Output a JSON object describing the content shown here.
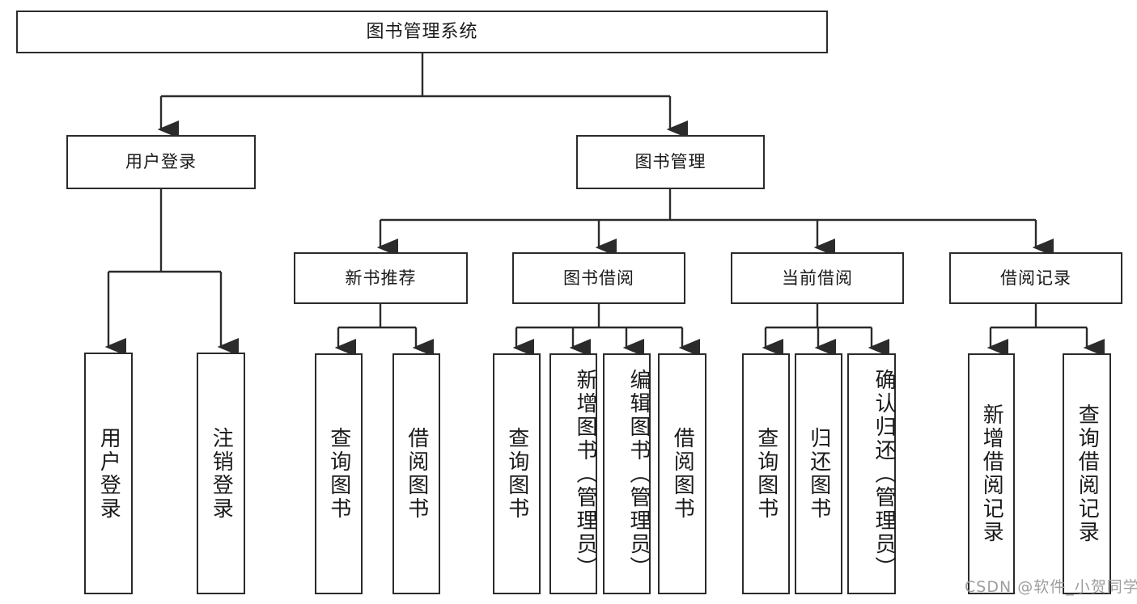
{
  "diagram": {
    "type": "tree-hierarchy",
    "title": "图书管理系统",
    "root": {
      "label": "图书管理系统"
    },
    "level2": [
      {
        "label": "用户登录"
      },
      {
        "label": "图书管理"
      }
    ],
    "level3": [
      {
        "label": "新书推荐"
      },
      {
        "label": "图书借阅"
      },
      {
        "label": "当前借阅"
      },
      {
        "label": "借阅记录"
      }
    ],
    "leaves": {
      "user_login": [
        {
          "label": "用户登录"
        },
        {
          "label": "注销登录"
        }
      ],
      "new_book_recommend": [
        {
          "label": "查询图书"
        },
        {
          "label": "借阅图书"
        }
      ],
      "book_borrow": [
        {
          "label": "查询图书"
        },
        {
          "label": "新增图书（管理员）"
        },
        {
          "label": "编辑图书（管理员）"
        },
        {
          "label": "借阅图书"
        }
      ],
      "current_borrow": [
        {
          "label": "查询图书"
        },
        {
          "label": "归还图书"
        },
        {
          "label": "确认归还（管理员）"
        }
      ],
      "borrow_record": [
        {
          "label": "新增借阅记录"
        },
        {
          "label": "查询借阅记录"
        }
      ]
    },
    "watermark": "CSDN @软件_小贺同学",
    "colors": {
      "stroke": "#2b2b2b",
      "fill": "#ffffff",
      "text": "#1a1a1a",
      "watermark": "#9e9e9e"
    }
  }
}
